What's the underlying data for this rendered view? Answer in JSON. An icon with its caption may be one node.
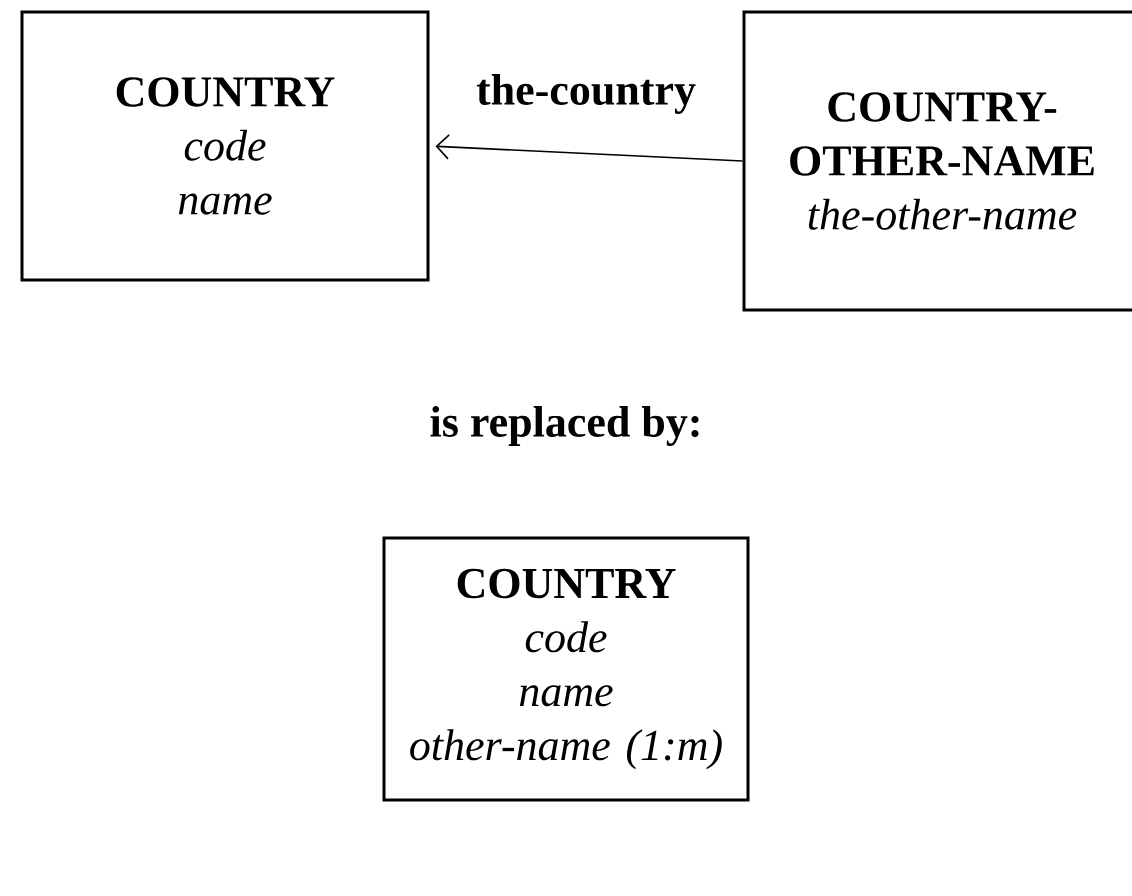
{
  "diagram": {
    "nodes": [
      {
        "text": [
          "COUNTRY",
          "code",
          "name"
        ]
      },
      {
        "text": [
          "COUNTRY-OTHER-NAME",
          "the-other-name"
        ]
      },
      {
        "text": [
          "COUNTRY",
          "code",
          "name",
          "other-name (1:m)"
        ]
      }
    ],
    "edges": [
      {
        "from": 1,
        "to": 0,
        "arrow": "to",
        "label": "the-country"
      }
    ],
    "labels": [
      "is replaced by:"
    ]
  }
}
